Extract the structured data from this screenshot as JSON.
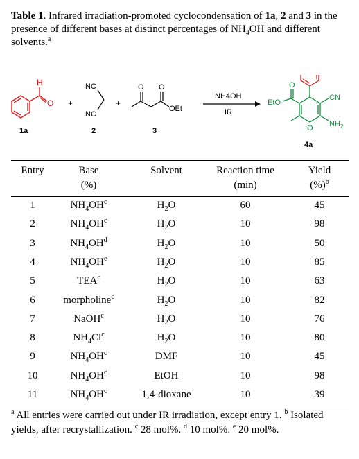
{
  "caption": {
    "label": "Table 1",
    "text_1": ". Infrared irradiation-promoted cyclocondensation of ",
    "b1": "1a",
    "text_2": ", ",
    "b2": "2",
    "text_3": " and ",
    "b3": "3",
    "text_4": " in the presence of different bases at distinct percentages of NH",
    "sub4": "4",
    "text_5": "OH and different solvents.",
    "sup": "a"
  },
  "scheme": {
    "h_label": "H",
    "o_label": "O",
    "nc_top": "NC",
    "nc_bottom": "NC",
    "plus": "+",
    "oet": "OEt",
    "reagent": "NH4OH",
    "condition": "IR",
    "eto": "EtO",
    "cn": "CN",
    "nh2": "NH",
    "nh2_sub": "2",
    "ring_o": "O",
    "labels": [
      "1a",
      "2",
      "3",
      "4a"
    ]
  },
  "table": {
    "headers": {
      "entry": "Entry",
      "base": "Base",
      "base_unit": "(%)",
      "solvent": "Solvent",
      "time": "Reaction time",
      "time_unit": "(min)",
      "yield": "Yield",
      "yield_unit": "(%)",
      "yield_sup": "b"
    },
    "rows": [
      {
        "entry": "1",
        "base": "NH",
        "base_sub": "4",
        "base_rest": "OH",
        "sup": "c",
        "solvent": "H",
        "solvent_sub": "2",
        "solvent_rest": "O",
        "time": "60",
        "yield": "45"
      },
      {
        "entry": "2",
        "base": "NH",
        "base_sub": "4",
        "base_rest": "OH",
        "sup": "c",
        "solvent": "H",
        "solvent_sub": "2",
        "solvent_rest": "O",
        "time": "10",
        "yield": "98"
      },
      {
        "entry": "3",
        "base": "NH",
        "base_sub": "4",
        "base_rest": "OH",
        "sup": "d",
        "solvent": "H",
        "solvent_sub": "2",
        "solvent_rest": "O",
        "time": "10",
        "yield": "50"
      },
      {
        "entry": "4",
        "base": "NH",
        "base_sub": "4",
        "base_rest": "OH",
        "sup": "e",
        "solvent": "H",
        "solvent_sub": "2",
        "solvent_rest": "O",
        "time": "10",
        "yield": "85"
      },
      {
        "entry": "5",
        "base": "TEA",
        "base_sub": "",
        "base_rest": "",
        "sup": "c",
        "solvent": "H",
        "solvent_sub": "2",
        "solvent_rest": "O",
        "time": "10",
        "yield": "63"
      },
      {
        "entry": "6",
        "base": "morpholine",
        "base_sub": "",
        "base_rest": "",
        "sup": "c",
        "solvent": "H",
        "solvent_sub": "2",
        "solvent_rest": "O",
        "time": "10",
        "yield": "82"
      },
      {
        "entry": "7",
        "base": "NaOH",
        "base_sub": "",
        "base_rest": "",
        "sup": "c",
        "solvent": "H",
        "solvent_sub": "2",
        "solvent_rest": "O",
        "time": "10",
        "yield": "76"
      },
      {
        "entry": "8",
        "base": "NH",
        "base_sub": "4",
        "base_rest": "Cl",
        "sup": "c",
        "solvent": "H",
        "solvent_sub": "2",
        "solvent_rest": "O",
        "time": "10",
        "yield": "80"
      },
      {
        "entry": "9",
        "base": "NH",
        "base_sub": "4",
        "base_rest": "OH",
        "sup": "c",
        "solvent": "DMF",
        "solvent_sub": "",
        "solvent_rest": "",
        "time": "10",
        "yield": "45"
      },
      {
        "entry": "10",
        "base": "NH",
        "base_sub": "4",
        "base_rest": "OH",
        "sup": "c",
        "solvent": "EtOH",
        "solvent_sub": "",
        "solvent_rest": "",
        "time": "10",
        "yield": "98"
      },
      {
        "entry": "11",
        "base": "NH",
        "base_sub": "4",
        "base_rest": "OH",
        "sup": "c",
        "solvent": "1,4-dioxane",
        "solvent_sub": "",
        "solvent_rest": "",
        "time": "10",
        "yield": "39"
      }
    ]
  },
  "footnote": {
    "sup_a": "a",
    "text_a": " All entries were carried out under IR irradiation, except entry 1. ",
    "sup_b": "b",
    "text_b": " Isolated yields, after recrystallization. ",
    "sup_c": "c",
    "text_c": " 28 mol%. ",
    "sup_d": "d",
    "text_d": " 10 mol%. ",
    "sup_e": "e",
    "text_e": " 20 mol%."
  }
}
